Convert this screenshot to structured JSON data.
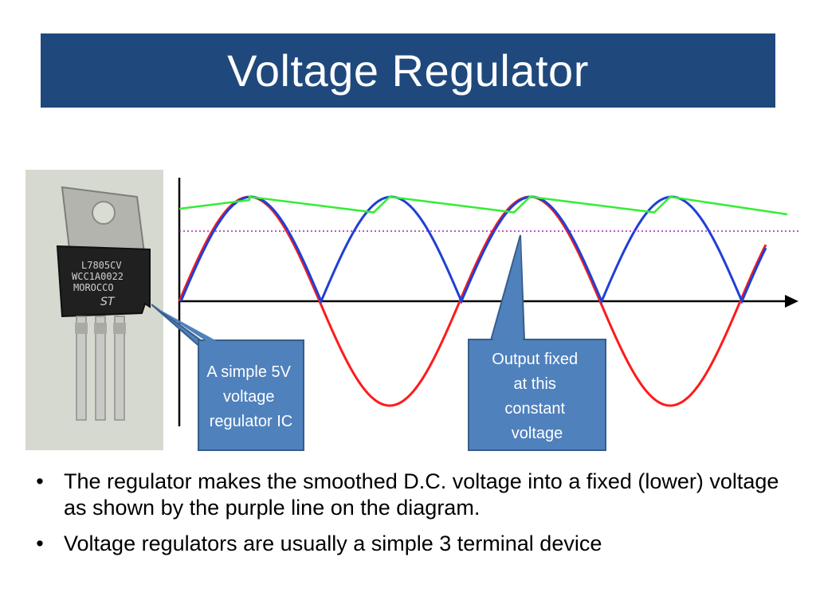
{
  "slide": {
    "title": "Voltage Regulator"
  },
  "photo": {
    "chip_line1": "L7805CV",
    "chip_line2": "WCC1A0022",
    "chip_line3": "MOROCCO",
    "logo": "ST"
  },
  "diagram": {
    "callouts": [
      {
        "lines": [
          "A simple 5V",
          "voltage",
          "regulator IC"
        ]
      },
      {
        "lines": [
          "Output fixed",
          "at this",
          "constant",
          "voltage"
        ]
      }
    ],
    "colors": {
      "callout_fill": "#4f81bd",
      "callout_border": "#385d8a",
      "red_wave": "#ff1a1a",
      "blue_wave": "#1f3fd6",
      "green_ripple": "#33ee33",
      "purple_level": "#a020c0",
      "axis": "#000000"
    }
  },
  "bullets": [
    "The regulator makes the smoothed D.C. voltage into a fixed (lower) voltage as shown by the purple line on the diagram.",
    "Voltage regulators are usually a simple 3 terminal device"
  ],
  "bullet_glyph": "•",
  "colors": {
    "title_bar": "#1f497d",
    "title_text": "#ffffff"
  }
}
